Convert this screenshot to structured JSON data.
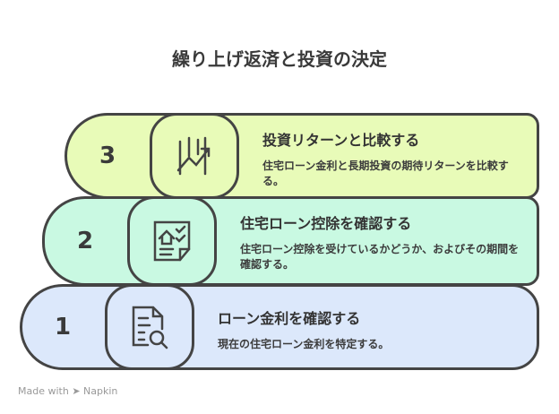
{
  "title": "繰り上げ返済と投資の決定",
  "steps": [
    {
      "number": "3",
      "heading": "投資リターンと比較する",
      "description": "住宅ローン金利と長期投資の期待リターンを比較する。",
      "icon": "growth-chart-icon",
      "color": "#e8fbb8"
    },
    {
      "number": "2",
      "heading": "住宅ローン控除を確認する",
      "description": "住宅ローン控除を受けているかどうか、およびその期間を確認する。",
      "icon": "house-checklist-icon",
      "color": "#c9f9e2"
    },
    {
      "number": "1",
      "heading": "ローン金利を確認する",
      "description": "現在の住宅ローン金利を特定する。",
      "icon": "document-search-icon",
      "color": "#dce8fb"
    }
  ],
  "footer": {
    "made_with": "Made with",
    "brand": "Napkin"
  }
}
